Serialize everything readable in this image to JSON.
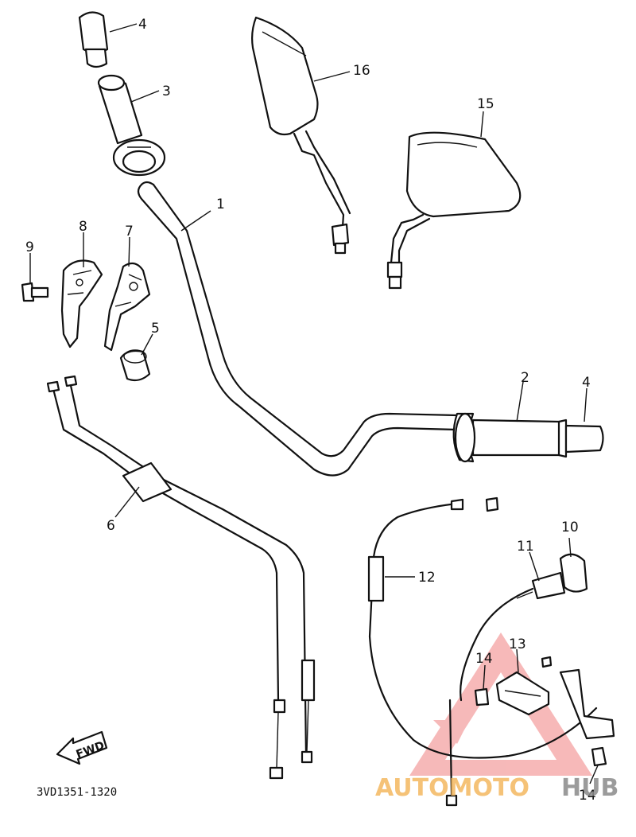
{
  "callouts": {
    "c1": "1",
    "c2": "2",
    "c3": "3",
    "c4a": "4",
    "c4b": "4",
    "c5": "5",
    "c6": "6",
    "c7": "7",
    "c8": "8",
    "c9": "9",
    "c10": "10",
    "c11": "11",
    "c12": "12",
    "c13": "13",
    "c14a": "14",
    "c14b": "14",
    "c15": "15",
    "c16": "16"
  },
  "diagram_code": "3VD1351-1320",
  "fwd_label": "FWD",
  "watermark": {
    "word_a": "AUTOMOTO",
    "word_b": "HUB",
    "color_a": "#f4b860",
    "color_b": "#8a8a8a",
    "triangle_color": "#f08080"
  }
}
